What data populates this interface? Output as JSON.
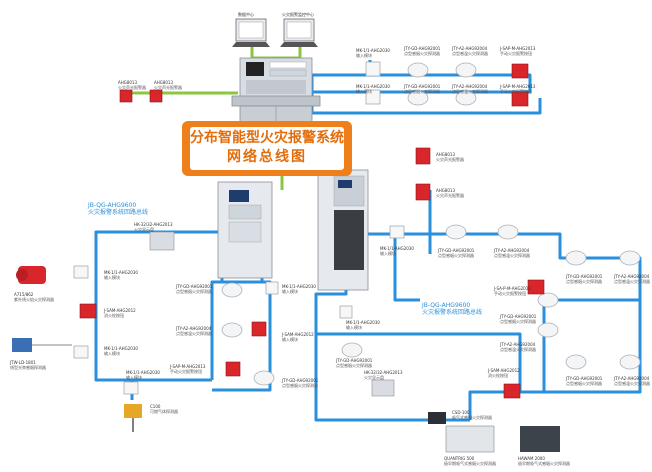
{
  "banner": {
    "title": "分布智能型火灾报警系统",
    "subtitle": "网络总线图"
  },
  "top": {
    "pc_left": "数据中心",
    "pc_right": "火灾报警监控中心"
  },
  "labels": {
    "s1": {
      "model": "AHG8013",
      "name": "火灾声光报警器"
    },
    "s2": {
      "model": "AHG8013",
      "name": "火灾声光报警器"
    },
    "m1": {
      "model": "MK-1/1-AHG2030",
      "name": "输入模块"
    },
    "m2": {
      "model": "MK-1/1-AHG2030",
      "name": "输入模块"
    },
    "d1": {
      "model": "JTY-GD-AHG92001",
      "name": "点型感烟火灾探测器"
    },
    "d2": {
      "model": "JTY-A2-AHG92004",
      "name": "点型感温火灾探测器"
    },
    "d3": {
      "model": "JTY-GD-AHG92001",
      "name": "点型感烟火灾探测器"
    },
    "d4": {
      "model": "JTY-A2-AHG92004",
      "name": "点型感温火灾探测器"
    },
    "b1": {
      "model": "J-SAP-M-AHG2013",
      "name": "手动火灾报警按钮"
    },
    "b2": {
      "model": "J-SAP-M-AHG2013",
      "name": "手动火灾报警按钮"
    },
    "bus_l": {
      "model": "JB-QG-AHG9600",
      "name": "火灾报警系统回路总线"
    },
    "bus_r": {
      "model": "JB-QG-AHG9600",
      "name": "火灾报警系统回路总线"
    },
    "hk1": {
      "model": "HK-32/32-AHG2013",
      "name": "火灾显示盘"
    },
    "hk2": {
      "model": "HK-32/32-AHG2013",
      "name": "火灾显示盘"
    },
    "lm1": {
      "model": "MK-1/1-AHG2030",
      "name": "输入模块"
    },
    "lm2": {
      "model": "J-SAM-AHG2012",
      "name": "消火栓按钮"
    },
    "lm3": {
      "model": "MK-1/1-AHG2030",
      "name": "输入模块"
    },
    "lm4": {
      "model": "MK-1/1-AHG2030",
      "name": "输入模块"
    },
    "flame": {
      "model": "A715/862",
      "name": "紫外线火焰火灾探测器"
    },
    "beam": {
      "model": "JTW-LD-1801",
      "name": "线型光束感烟探测器"
    },
    "cm1": {
      "model": "JTY-GD-AHG92001",
      "name": "点型感烟火灾探测器"
    },
    "cm2": {
      "model": "JTY-A2-AHG92004",
      "name": "点型感温火灾探测器"
    },
    "cm3": {
      "model": "J-SAP-M-AHG2013",
      "name": "手动火灾报警按钮"
    },
    "cm4": {
      "model": "MK-1/1-AHG2030",
      "name": "输入模块"
    },
    "cr1": {
      "model": "MK-1/1-AHG2030",
      "name": "输入模块"
    },
    "cr2": {
      "model": "J-SAM-AHG2012",
      "name": "输入模块"
    },
    "cr3": {
      "model": "JTY-GD-AHG92001",
      "name": "点型感烟火灾探测器"
    },
    "gas": {
      "model": "C100",
      "name": "可燃气体探测器"
    },
    "rs1": {
      "model": "AHG8013",
      "name": "火灾声光报警器"
    },
    "rs2": {
      "model": "AHG8013",
      "name": "火灾声光报警器"
    },
    "rm1": {
      "model": "MK-1/1-AHG2030",
      "name": "输入模块"
    },
    "rm2": {
      "model": "MK-1/1-AHG2030",
      "name": "输入模块"
    },
    "rd1": {
      "model": "JTY-GD-AHG92001",
      "name": "点型感烟火灾探测器"
    },
    "rd2": {
      "model": "JTY-A2-AHG92004",
      "name": "点型感温火灾探测器"
    },
    "rb1": {
      "model": "J-SA-P-M-AHG2013",
      "name": "手动火灾报警按钮"
    },
    "rd3": {
      "model": "JTY-GD-AHG92001",
      "name": "点型感烟火灾探测器"
    },
    "rd4": {
      "model": "JTY-A2-AHG92004",
      "name": "点型感温火灾探测器"
    },
    "rd5": {
      "model": "JTY-GD-AHG92001",
      "name": "点型感烟火灾探测器"
    },
    "rd6": {
      "model": "JTY-A2-AHG92004",
      "name": "点型感温火灾探测器"
    },
    "rd7": {
      "model": "JTY-GD-AHG92001",
      "name": "点型感烟火灾探测器"
    },
    "rd8": {
      "model": "JTY-A2-AHG92004",
      "name": "点型感温火灾探测器"
    },
    "rd9": {
      "model": "JTY-GD-AHG92001",
      "name": "点型感烟火灾探测器"
    },
    "rsam": {
      "model": "J-SAM-AHG2012",
      "name": "消火栓按钮"
    },
    "csd": {
      "model": "CSD-100",
      "name": "吸气式感烟火灾探测器"
    },
    "q500": {
      "model": "QUANTRIG 500",
      "name": "极早期吸气式感烟火灾探测器"
    },
    "h2000": {
      "model": "HAWAM 2000",
      "name": "极早期吸气式感烟火灾探测器"
    }
  },
  "colors": {
    "bus": "#2a8fdc",
    "link": "#8cc63f",
    "banner": "#ef7f1a"
  }
}
